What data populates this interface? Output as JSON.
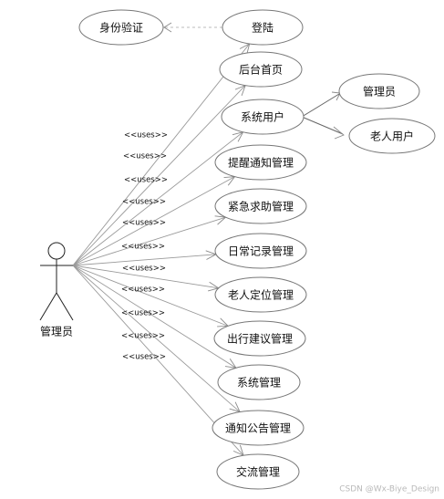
{
  "actor": {
    "label": "管理员"
  },
  "stereotype": "<<uses>>",
  "use_cases": [
    {
      "id": "denglu",
      "label": "登陆"
    },
    {
      "id": "houtai",
      "label": "后台首页"
    },
    {
      "id": "xitongyonghu",
      "label": "系统用户"
    },
    {
      "id": "tixing",
      "label": "提醒通知管理"
    },
    {
      "id": "jinji",
      "label": "紧急求助管理"
    },
    {
      "id": "richang",
      "label": "日常记录管理"
    },
    {
      "id": "dingwei",
      "label": "老人定位管理"
    },
    {
      "id": "chuxing",
      "label": "出行建议管理"
    },
    {
      "id": "xitong",
      "label": "系统管理"
    },
    {
      "id": "tongzhi",
      "label": "通知公告管理"
    },
    {
      "id": "jiaoliu",
      "label": "交流管理"
    }
  ],
  "related_cases": {
    "auth": {
      "label": "身份验证"
    },
    "admin_user": {
      "label": "管理员"
    },
    "elder_user": {
      "label": "老人用户"
    }
  },
  "watermark": "CSDN @Wx-Biye_Design"
}
